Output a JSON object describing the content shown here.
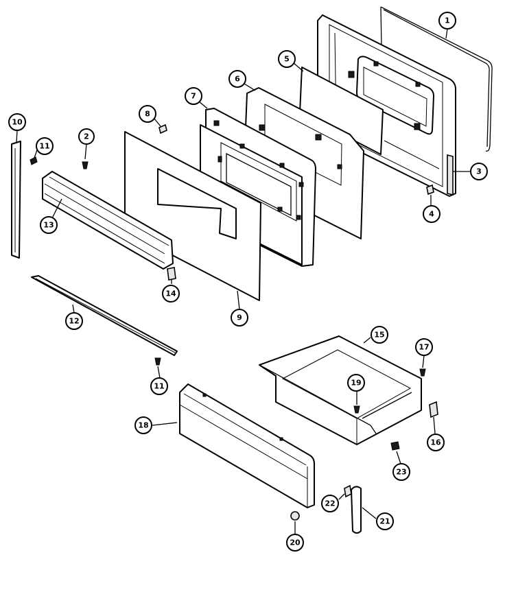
{
  "diagram": {
    "callouts": [
      {
        "id": "1",
        "label": "1"
      },
      {
        "id": "2",
        "label": "2"
      },
      {
        "id": "3",
        "label": "3"
      },
      {
        "id": "4",
        "label": "4"
      },
      {
        "id": "5",
        "label": "5"
      },
      {
        "id": "6",
        "label": "6"
      },
      {
        "id": "7",
        "label": "7"
      },
      {
        "id": "8",
        "label": "8"
      },
      {
        "id": "9",
        "label": "9"
      },
      {
        "id": "10",
        "label": "10"
      },
      {
        "id": "11a",
        "label": "11"
      },
      {
        "id": "11b",
        "label": "11"
      },
      {
        "id": "12",
        "label": "12"
      },
      {
        "id": "13",
        "label": "13"
      },
      {
        "id": "14",
        "label": "14"
      },
      {
        "id": "15",
        "label": "15"
      },
      {
        "id": "16",
        "label": "16"
      },
      {
        "id": "17",
        "label": "17"
      },
      {
        "id": "18",
        "label": "18"
      },
      {
        "id": "19",
        "label": "19"
      },
      {
        "id": "20",
        "label": "20"
      },
      {
        "id": "21",
        "label": "21"
      },
      {
        "id": "22",
        "label": "22"
      },
      {
        "id": "23",
        "label": "23"
      }
    ]
  }
}
